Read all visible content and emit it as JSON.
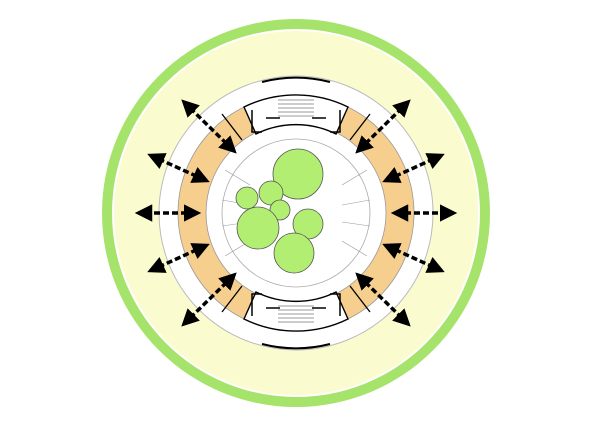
{
  "diagram": {
    "type": "architectural-plan",
    "colors": {
      "outer_ring": "#a6e36a",
      "yard": "#fbfbd0",
      "terrace": "#f6cf8e",
      "building": "#ffffff",
      "trees": "#b2ee72",
      "lines": "#000000",
      "thin_lines": "#9a9a9a"
    },
    "arrow_directions_deg": [
      -55,
      -25,
      0,
      25,
      55,
      125,
      155,
      180,
      205,
      235
    ],
    "arrow_count": 10,
    "tree_count": 7,
    "arrow_style": "double-headed-dashed",
    "icons": [
      "stair-icon",
      "tree-icon",
      "arrow-icon"
    ]
  }
}
